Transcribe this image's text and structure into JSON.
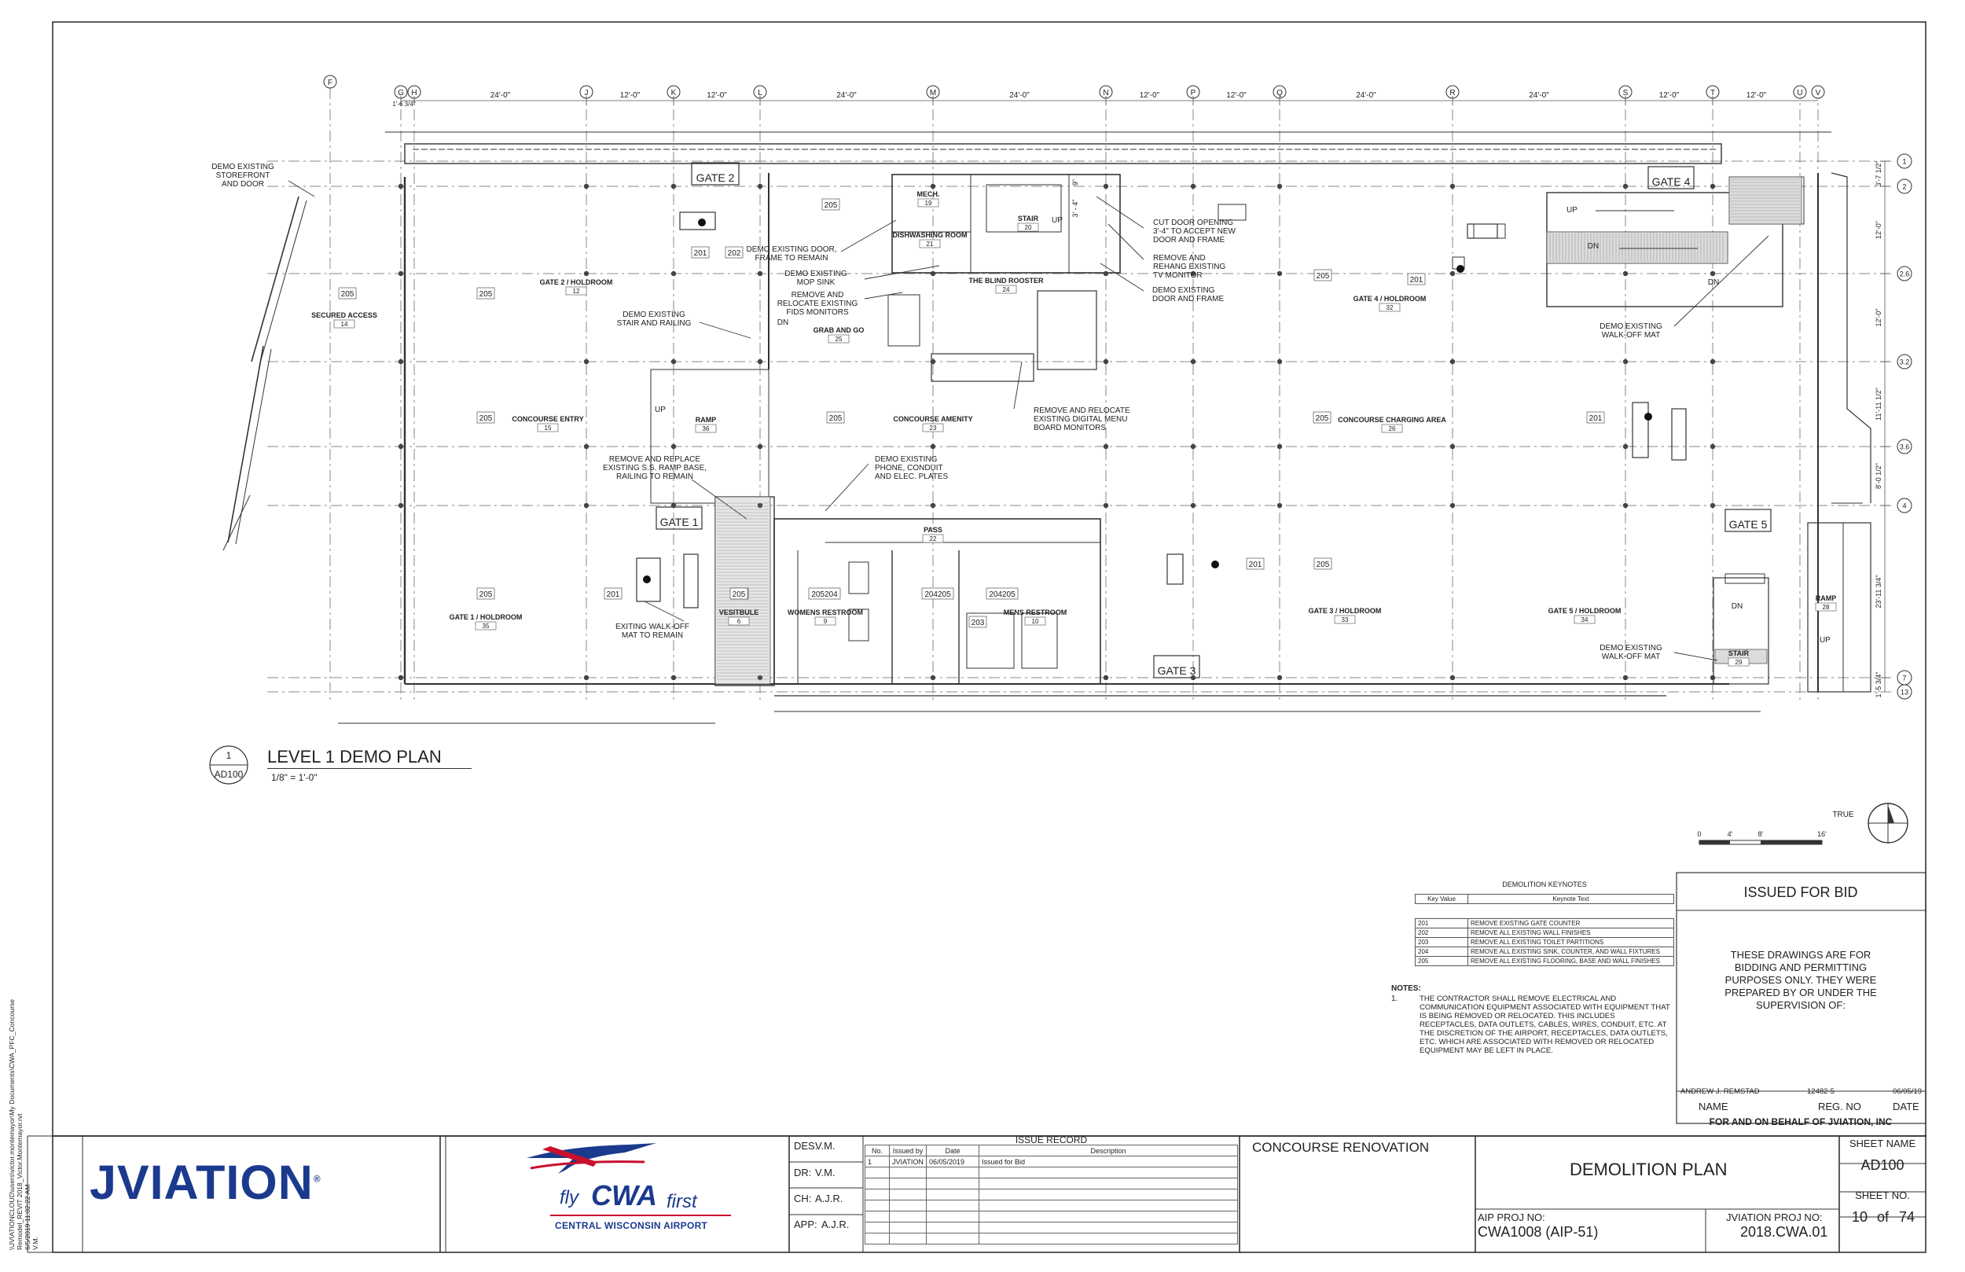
{
  "grid": {
    "columns": [
      {
        "id": "F"
      },
      {
        "id": "G"
      },
      {
        "id": "H"
      },
      {
        "id": "J"
      },
      {
        "id": "K"
      },
      {
        "id": "L"
      },
      {
        "id": "M"
      },
      {
        "id": "N"
      },
      {
        "id": "P"
      },
      {
        "id": "Q"
      },
      {
        "id": "R"
      },
      {
        "id": "S"
      },
      {
        "id": "T"
      },
      {
        "id": "U"
      },
      {
        "id": "V"
      }
    ],
    "col_dims": [
      "1'-6 3/4\"",
      "24'-0\"",
      "12'-0\"",
      "12'-0\"",
      "24'-0\"",
      "24'-0\"",
      "12'-0\"",
      "12'-0\"",
      "24'-0\"",
      "24'-0\"",
      "12'-0\"",
      "12'-0\""
    ],
    "rows": [
      {
        "id": "1"
      },
      {
        "id": "2"
      },
      {
        "id": "2.6"
      },
      {
        "id": "3.2"
      },
      {
        "id": "3.6"
      },
      {
        "id": "4"
      },
      {
        "id": "7"
      },
      {
        "id": "13"
      }
    ],
    "row_dims": [
      "3'-7 1/2\"",
      "12'-0\"",
      "12'-0\"",
      "11'-11 1/2\"",
      "8'-0 1/2\"",
      "23'-11 3/4\"",
      "1'-5 3/4\""
    ]
  },
  "rooms": [
    {
      "name": "SECURED ACCESS",
      "number": "14"
    },
    {
      "name": "GATE 2 / HOLDROOM",
      "number": "12"
    },
    {
      "name": "CONCOURSE ENTRY",
      "number": "15"
    },
    {
      "name": "RAMP",
      "number": "36"
    },
    {
      "name": "GATE 1 / HOLDROOM",
      "number": "35"
    },
    {
      "name": "VESITBULE",
      "number": "6"
    },
    {
      "name": "MECH.",
      "number": "19"
    },
    {
      "name": "DISHWASHING ROOM",
      "number": "21"
    },
    {
      "name": "STAIR",
      "number": "20"
    },
    {
      "name": "THE BLIND ROOSTER",
      "number": "24"
    },
    {
      "name": "GRAB AND GO",
      "number": "25"
    },
    {
      "name": "CONCOURSE AMENITY",
      "number": "23"
    },
    {
      "name": "PASS",
      "number": "22"
    },
    {
      "name": "WOMENS RESTROOM",
      "number": "9"
    },
    {
      "name": "MENS RESTROOM",
      "number": "10"
    },
    {
      "name": "GATE 4 / HOLDROOM",
      "number": "32"
    },
    {
      "name": "CONCOURSE CHARGING AREA",
      "number": "26"
    },
    {
      "name": "GATE 3 / HOLDROOM",
      "number": "33"
    },
    {
      "name": "GATE 5 / HOLDROOM",
      "number": "34"
    },
    {
      "name": "RAMP",
      "number": "28"
    },
    {
      "name": "STAIR",
      "number": "29"
    }
  ],
  "gates": [
    "GATE 1",
    "GATE 2",
    "GATE 3",
    "GATE 4",
    "GATE 5"
  ],
  "keynote_tags": [
    {
      "text": "205"
    },
    {
      "text": "205"
    },
    {
      "text": "201"
    },
    {
      "text": "202"
    },
    {
      "text": "205"
    },
    {
      "text": "205"
    },
    {
      "text": "205"
    },
    {
      "text": "205"
    },
    {
      "text": "205"
    },
    {
      "text": "201"
    },
    {
      "text": "205"
    },
    {
      "text": "205204"
    },
    {
      "text": "204205"
    },
    {
      "text": "204205"
    },
    {
      "text": "203"
    },
    {
      "text": "205"
    },
    {
      "text": "201"
    },
    {
      "text": "205"
    },
    {
      "text": "201"
    },
    {
      "text": "201"
    },
    {
      "text": "205"
    }
  ],
  "flow_labels": [
    "UP",
    "UP",
    "DN",
    "DN",
    "UP",
    "DN",
    "DN",
    "UP"
  ],
  "dimension_notes": [
    "3' - 4\"",
    "9\""
  ],
  "annotations": [
    {
      "lines": [
        "DEMO EXISTING",
        "STOREFRONT",
        "AND DOOR"
      ]
    },
    {
      "lines": [
        "DEMO EXISTING DOOR,",
        "FRAME TO REMAIN"
      ]
    },
    {
      "lines": [
        "DEMO EXISTING",
        "MOP SINK"
      ]
    },
    {
      "lines": [
        "REMOVE AND",
        "RELOCATE EXISTING",
        "FIDS MONITORS"
      ]
    },
    {
      "lines": [
        "DEMO EXISTING",
        "STAIR AND RAILING"
      ]
    },
    {
      "lines": [
        "REMOVE AND REPLACE",
        "EXISTING S.S. RAMP BASE,",
        "RAILING TO REMAIN"
      ]
    },
    {
      "lines": [
        "DEMO EXISTING",
        "PHONE, CONDUIT",
        "AND ELEC. PLATES"
      ]
    },
    {
      "lines": [
        "EXITING WALK-OFF",
        "MAT TO REMAIN"
      ]
    },
    {
      "lines": [
        "CUT DOOR OPENING",
        "3'-4\" TO ACCEPT NEW",
        "DOOR AND FRAME"
      ]
    },
    {
      "lines": [
        "REMOVE AND",
        "REHANG EXISTING",
        "TV MONITOR"
      ]
    },
    {
      "lines": [
        "DEMO EXISTING",
        "DOOR AND FRAME"
      ]
    },
    {
      "lines": [
        "REMOVE AND RELOCATE",
        "EXISTING DIGITAL MENU",
        "BOARD MONITORS"
      ]
    },
    {
      "lines": [
        "DEMO EXISTING",
        "WALK-OFF MAT"
      ]
    },
    {
      "lines": [
        "DEMO EXISTING",
        "WALK-OFF MAT"
      ]
    }
  ],
  "view": {
    "number": "1",
    "sheet_ref": "AD100",
    "title": "LEVEL 1 DEMO PLAN",
    "scale": "1/8\" = 1'-0\""
  },
  "north_arrow": {
    "label": "TRUE"
  },
  "scale_bar": {
    "ticks": [
      "0",
      "4'",
      "8'",
      "16'"
    ]
  },
  "keynotes": {
    "title": "DEMOLITION KEYNOTES",
    "headers": [
      "Key Value",
      "Keynote Text"
    ],
    "rows": [
      {
        "key": "201",
        "text": "REMOVE EXISTING GATE COUNTER"
      },
      {
        "key": "202",
        "text": "REMOVE ALL EXISTING WALL FINISHES"
      },
      {
        "key": "203",
        "text": "REMOVE ALL EXISTING TOILET PARTITIONS"
      },
      {
        "key": "204",
        "text": "REMOVE ALL EXISTING SINK, COUNTER, AND WALL FIXTURES"
      },
      {
        "key": "205",
        "text": "REMOVE ALL EXISTING FLOORING, BASE AND WALL FINISHES"
      }
    ]
  },
  "notes": {
    "heading": "NOTES:",
    "items": [
      {
        "num": "1.",
        "text": "THE CONTRACTOR SHALL REMOVE ELECTRICAL AND COMMUNICATION EQUIPMENT ASSOCIATED WITH EQUIPMENT THAT IS BEING REMOVED OR RELOCATED. THIS INCLUDES RECEPTACLES, DATA OUTLETS, CABLES, WIRES, CONDUIT, ETC. AT THE DISCRETION OF THE AIRPORT, RECEPTACLES, DATA OUTLETS, ETC. WHICH ARE ASSOCIATED WITH REMOVED OR RELOCATED EQUIPMENT MAY BE LEFT IN PLACE."
      }
    ]
  },
  "issued_for_bid": {
    "title": "ISSUED FOR BID",
    "statement": "THESE DRAWINGS ARE FOR BIDDING AND PERMITTING PURPOSES ONLY. THEY WERE PREPARED BY OR UNDER THE SUPERVISION OF:",
    "engineer": "ANDREW J. REMSTAD",
    "reg_no": "12482-5",
    "date": "06/05/19",
    "labels": [
      "NAME",
      "REG. NO",
      "DATE"
    ],
    "behalf": "FOR AND ON BEHALF OF JVIATION, INC"
  },
  "file_path": {
    "lines": [
      "\\\\JVIATIONCLOUD\\users\\victor.montemayor\\My Documents\\CWA_PFC_Concourse",
      "Remodel_REVIT 2018_Victor.Montemayor.rvt",
      "6/5/2019 11:02:22 AM",
      "V.M."
    ]
  },
  "firm": {
    "name": "JVIATION",
    "reg_mark": "®",
    "color": "#1b3a8e"
  },
  "client": {
    "fly": "fly",
    "cwa": "CWA",
    "first": "first",
    "airport": "CENTRAL WISCONSIN AIRPORT",
    "accent": "#c8102e",
    "color": "#1b3a8e"
  },
  "sign_off": [
    {
      "label": "DES:",
      "value": "V.M."
    },
    {
      "label": "DR:",
      "value": "V.M."
    },
    {
      "label": "CH:",
      "value": "A.J.R."
    },
    {
      "label": "APP:",
      "value": "A.J.R."
    }
  ],
  "issue_record": {
    "title": "ISSUE RECORD",
    "headers": [
      "No.",
      "Issued by",
      "Date",
      "Description"
    ],
    "rows": [
      {
        "no": "1",
        "by": "JVIATION",
        "date": "06/05/2019",
        "desc": "Issued for Bid"
      }
    ]
  },
  "project": {
    "name": "CONCOURSE RENOVATION",
    "aip_label": "AIP PROJ NO:",
    "aip_value": "CWA1008 (AIP-51)",
    "sheet_title": "DEMOLITION PLAN",
    "jv_label": "JVIATION PROJ NO:",
    "jv_value": "2018.CWA.01"
  },
  "sheet": {
    "name_label": "SHEET NAME",
    "name": "AD100",
    "no_label": "SHEET NO.",
    "current": "10",
    "of": "of",
    "total": "74"
  }
}
